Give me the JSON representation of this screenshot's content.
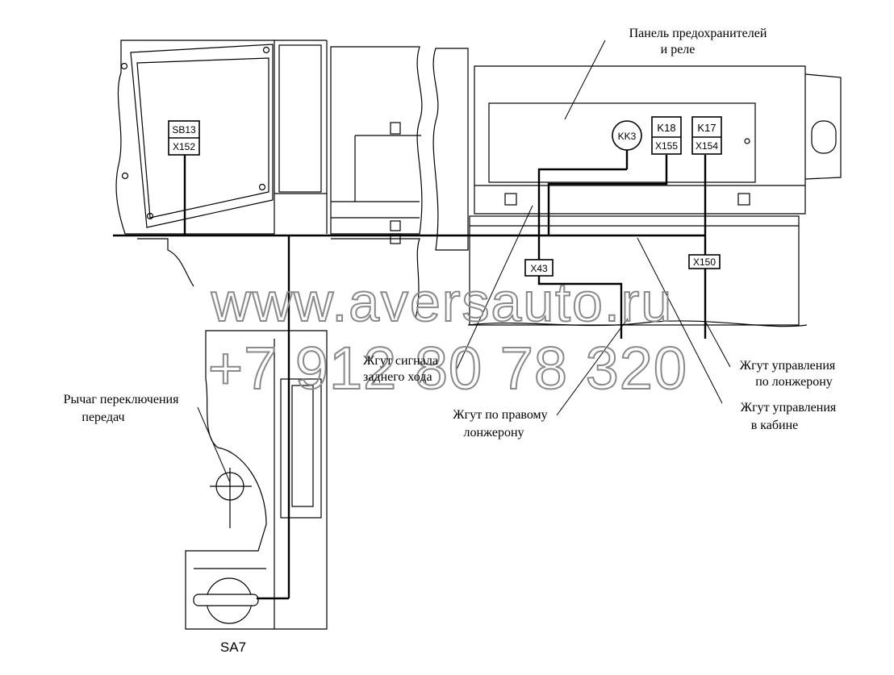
{
  "labels": {
    "fuse_panel_line1": "Панель предохранителей",
    "fuse_panel_line2": "и реле",
    "reverse_line1": "Жгут сигнала",
    "reverse_line2": "заднего хода",
    "right_spar_line1": "Жгут по правому",
    "right_spar_line2": "лонжерону",
    "ctrl_spar_line1": "Жгут управления",
    "ctrl_spar_line2": "по лонжерону",
    "ctrl_cab_line1": "Жгут управления",
    "ctrl_cab_line2": "в кабине",
    "gear_lever_line1": "Рычаг переключения",
    "gear_lever_line2": "передач"
  },
  "components": {
    "sb13": "SB13",
    "x152": "X152",
    "kk3": "KK3",
    "k18": "K18",
    "x155": "X155",
    "k17": "K17",
    "x154": "X154",
    "x43": "X43",
    "x150": "X150",
    "sa7": "SA7"
  },
  "watermark": {
    "site": "www.aversauto.ru",
    "phone": "+7 912 80 78 320"
  }
}
